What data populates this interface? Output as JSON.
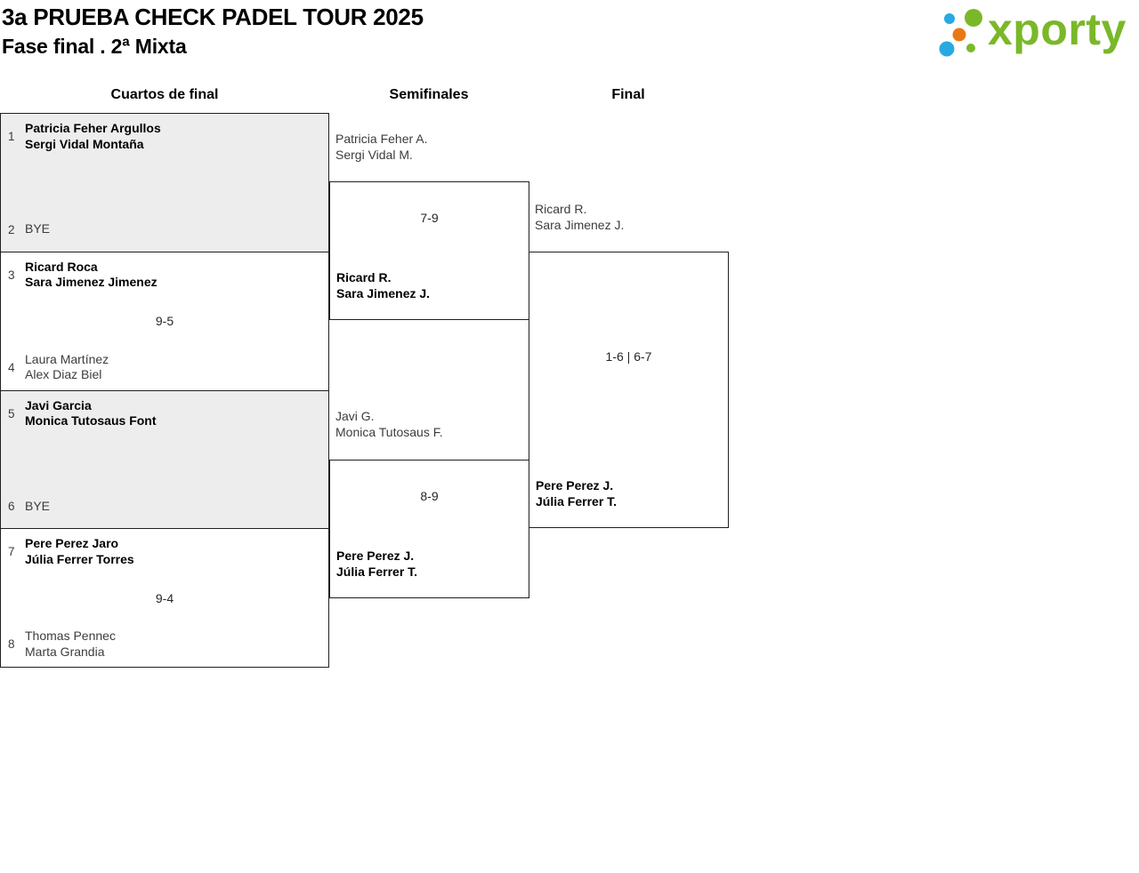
{
  "header": {
    "title": "3a PRUEBA CHECK PADEL TOUR 2025",
    "subtitle": "Fase final . 2ª Mixta"
  },
  "logo": {
    "wordmark": "xporty",
    "colors": {
      "green": "#7ab829",
      "blue": "#29a9e1",
      "orange": "#e87816"
    }
  },
  "columns": {
    "quarterfinals": "Cuartos de final",
    "semifinals": "Semifinales",
    "final": "Final"
  },
  "quarterfinals": [
    {
      "slot_a": {
        "seed": "1",
        "lines": [
          "Patricia Feher Argullos",
          "Sergi Vidal Montaña"
        ]
      },
      "slot_b": {
        "seed": "2",
        "lines": [
          "BYE"
        ]
      },
      "score": ""
    },
    {
      "slot_a": {
        "seed": "3",
        "lines": [
          "Ricard Roca",
          "Sara Jimenez Jimenez"
        ]
      },
      "slot_b": {
        "seed": "4",
        "lines": [
          "Laura Martínez",
          "Alex Diaz Biel"
        ]
      },
      "score": "9-5"
    },
    {
      "slot_a": {
        "seed": "5",
        "lines": [
          "Javi Garcia",
          "Monica Tutosaus Font"
        ]
      },
      "slot_b": {
        "seed": "6",
        "lines": [
          "BYE"
        ]
      },
      "score": ""
    },
    {
      "slot_a": {
        "seed": "7",
        "lines": [
          "Pere Perez Jaro",
          "Júlia Ferrer Torres"
        ]
      },
      "slot_b": {
        "seed": "8",
        "lines": [
          "Thomas Pennec",
          "Marta Grandia"
        ]
      },
      "score": "9-4"
    }
  ],
  "semifinals": [
    {
      "top": {
        "lines": [
          "Patricia Feher A.",
          "Sergi Vidal M."
        ]
      },
      "score": "7-9",
      "bottom": {
        "lines": [
          "Ricard R.",
          "Sara Jimenez J."
        ]
      }
    },
    {
      "top": {
        "lines": [
          "Javi G.",
          "Monica Tutosaus F."
        ]
      },
      "score": "8-9",
      "bottom": {
        "lines": [
          "Pere Perez J.",
          "Júlia Ferrer T."
        ]
      }
    }
  ],
  "final": {
    "top": {
      "lines": [
        "Ricard R.",
        "Sara Jimenez J."
      ]
    },
    "score": "1-6 | 6-7",
    "bottom": {
      "lines": [
        "Pere Perez J.",
        "Júlia Ferrer T."
      ]
    }
  },
  "colors": {
    "border": "#1f1f1f",
    "grey_cell": "#ededed",
    "winner_text": "#000000",
    "muted_text": "#3c3c3c",
    "green": "#7ab829",
    "blue": "#29a9e1",
    "orange": "#e87816"
  }
}
